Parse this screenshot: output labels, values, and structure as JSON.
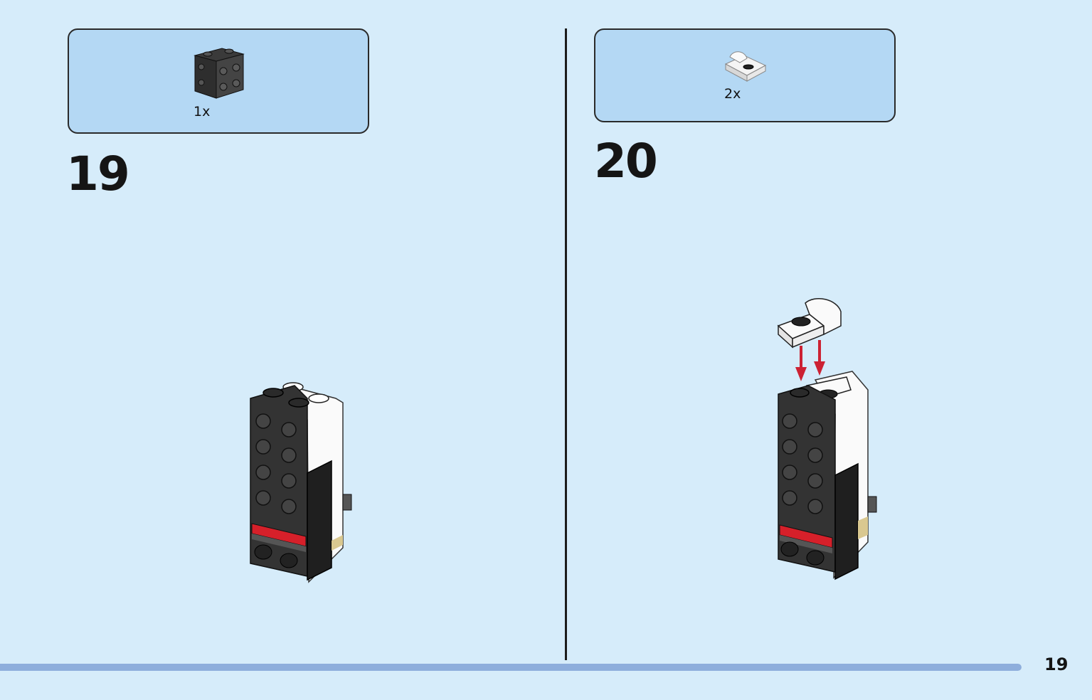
{
  "steps": [
    {
      "number": "19",
      "part_qty": "1x",
      "part_icon": "dark-grey-brick-with-side-studs",
      "model_icon": "assembled-model-step-19"
    },
    {
      "number": "20",
      "part_qty": "2x",
      "part_icon": "white-rounded-bracket-plate",
      "model_icon": "assembled-model-step-20"
    }
  ],
  "page_number": "19",
  "progress_fraction": 1.0,
  "colors": {
    "background": "#d6ecfa",
    "parts_box": "#b4d8f4",
    "progress_bar": "#8eaedc",
    "arrow": "#cc2233"
  }
}
